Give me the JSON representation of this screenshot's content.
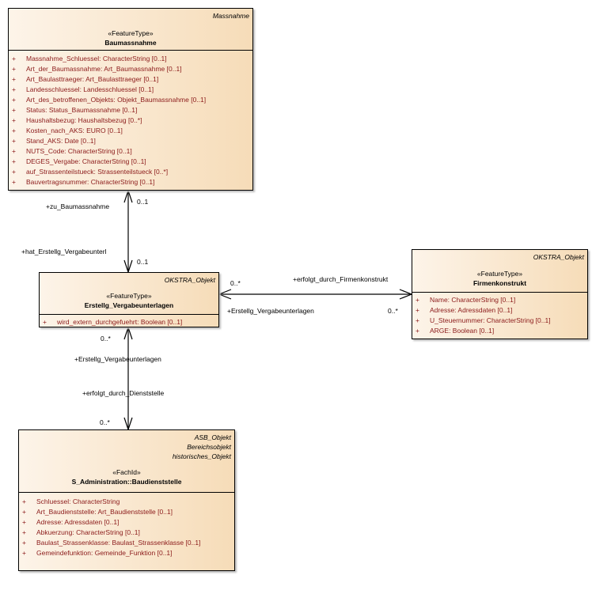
{
  "classes": {
    "baumassnahme": {
      "tags": [
        "Massnahme"
      ],
      "stereotype": "«FeatureType»",
      "name": "Baumassnahme",
      "attributes": [
        "Massnahme_Schluessel: CharacterString [0..1]",
        "Art_der_Baumassnahme: Art_Baumassnahme [0..1]",
        "Art_Baulasttraeger: Art_Baulasttraeger [0..1]",
        "Landesschluessel: Landesschluessel [0..1]",
        "Art_des_betroffenen_Objekts: Objekt_Baumassnahme [0..1]",
        "Status: Status_Baumassnahme [0..1]",
        "Haushaltsbezug: Haushaltsbezug [0..*]",
        "Kosten_nach_AKS: EURO [0..1]",
        "Stand_AKS: Date [0..1]",
        "NUTS_Code: CharacterString [0..1]",
        "DEGES_Vergabe: CharacterString [0..1]",
        "auf_Strassenteilstueck: Strassenteilstueck [0..*]",
        "Bauvertragsnummer: CharacterString [0..1]"
      ]
    },
    "erstellg": {
      "tags": [
        "OKSTRA_Objekt"
      ],
      "stereotype": "«FeatureType»",
      "name": "Erstellg_Vergabeunterlagen",
      "attributes": [
        "wird_extern_durchgefuehrt: Boolean [0..1]"
      ]
    },
    "firmenkonstrukt": {
      "tags": [
        "OKSTRA_Objekt"
      ],
      "stereotype": "«FeatureType»",
      "name": "Firmenkonstrukt",
      "attributes": [
        "Name: CharacterString [0..1]",
        "Adresse: Adressdaten [0..1]",
        "U_Steuernummer: CharacterString [0..1]",
        "ARGE: Boolean [0..1]"
      ]
    },
    "baudienststelle": {
      "tags": [
        "ASB_Objekt",
        "Bereichsobjekt",
        "historisches_Objekt"
      ],
      "stereotype": "«FachId»",
      "name": "S_Administration::Baudienststelle",
      "attributes": [
        "Schluessel: CharacterString",
        "Art_Baudienststelle: Art_Baudienststelle [0..1]",
        "Adresse: Adressdaten [0..1]",
        "Abkuerzung: CharacterString [0..1]",
        "Baulast_Strassenklasse: Baulast_Strassenklasse [0..1]",
        "Gemeindefunktion: Gemeinde_Funktion [0..1]"
      ]
    }
  },
  "visibility": "+",
  "associations": [
    {
      "role_a": "+zu_Baumassnahme",
      "mult_a": "0..1",
      "role_b": "+hat_Erstellg_Vergabeunterl",
      "mult_b": "0..1"
    },
    {
      "role_a": "+erfolgt_durch_Firmenkonstrukt",
      "mult_a": "0..*",
      "role_b": "+Erstellg_Vergabeunterlagen",
      "mult_b": "0..*"
    },
    {
      "role_a": "+Erstellg_Vergabeunterlagen",
      "mult_a": "0..*",
      "role_b": "+erfolgt_durch_Dienststelle",
      "mult_b": "0..*"
    }
  ],
  "colors": {
    "attribute": "#8b1a1a",
    "fill_left": "#fdf4e9",
    "fill_right": "#f6dcb8"
  }
}
